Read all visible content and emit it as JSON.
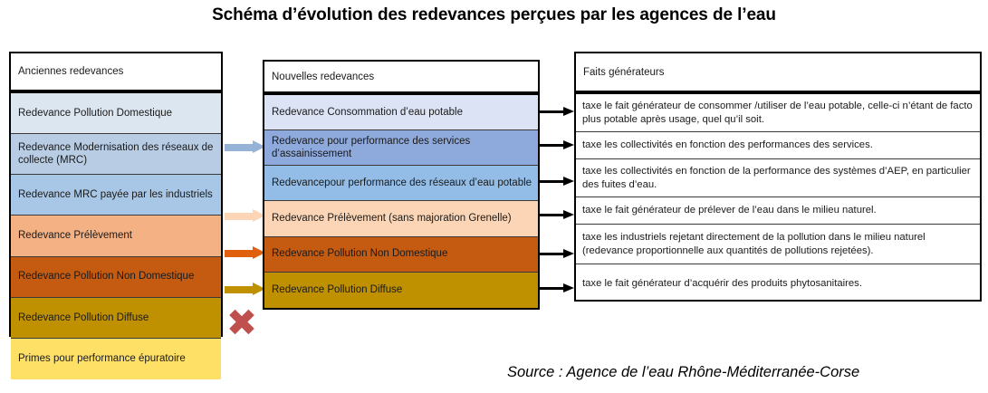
{
  "title": "Schéma d’évolution des redevances perçues par les agences de l’eau",
  "source": "Source : Agence de l’eau Rhône-Méditerranée-Corse",
  "colors": {
    "light_blue": "#DCE6F1",
    "medium_blue": "#8EA9DB",
    "sky_blue": "#9DC3E6",
    "peach": "#F4B183",
    "light_peach": "#FBD5B5",
    "orange": "#C55A11",
    "gold": "#BF9000",
    "yellow": "#FFD966",
    "red_x": "#C0504D",
    "black": "#000000"
  },
  "left_column": {
    "header": "Anciennes redevances",
    "rows": [
      {
        "label": "Redevance Pollution Domestique",
        "color": "#DCE6F1"
      },
      {
        "label": "Redevance Modernisation des réseaux de collecte (MRC)",
        "color": "#B8CCE4"
      },
      {
        "label": "Redevance MRC payée par les industriels",
        "color": "#A8C6E5"
      },
      {
        "label": "Redevance Prélèvement",
        "color": "#F4B183"
      },
      {
        "label": "Redevance Pollution Non Domestique",
        "color": "#C55A11"
      },
      {
        "label": "Redevance Pollution Diffuse",
        "color": "#BF9000"
      },
      {
        "label": "Primes pour performance épuratoire",
        "color": "#FFE066"
      }
    ]
  },
  "middle_column": {
    "header": "Nouvelles redevances",
    "rows": [
      {
        "label": "Redevance Consommation d’eau potable",
        "color": "#DCE3F5"
      },
      {
        "label": "Redevance pour performance des services d’assainissement",
        "color": "#8EA9DB"
      },
      {
        "label": "Redevancepour performance des réseaux d’eau potable",
        "color": "#93BDE7"
      },
      {
        "label": "Redevance Prélèvement (sans majoration Grenelle)",
        "color": "#FBD5B5"
      },
      {
        "label": "Redevance Pollution Non Domestique",
        "color": "#C55A11"
      },
      {
        "label": "Redevance Pollution Diffuse",
        "color": "#BF9000"
      }
    ]
  },
  "right_column": {
    "header": "Faits générateurs",
    "rows": [
      "taxe le fait générateur de consommer /utiliser de l’eau potable, celle-ci n’étant de facto plus potable après usage, quel qu’il soit.",
      "taxe les collectivités en fonction des performances des services.",
      "taxe les collectivités en fonction de la performance des systèmes d’AEP, en particulier des fuites d’eau.",
      "taxe le fait générateur de prélever de l’eau dans le milieu naturel.",
      "taxe les industriels rejetant directement de la pollution dans le milieu naturel (redevance proportionnelle aux quantités de pollutions rejetées).",
      "taxe le fait générateur d’acquérir des produits phytosanitaires."
    ]
  },
  "connectors": {
    "colored_arrows": [
      {
        "name": "arrow-mrc-to-assainissement",
        "color": "#95B3D7"
      },
      {
        "name": "arrow-prelevement",
        "color": "#FBD5B5"
      },
      {
        "name": "arrow-pollution-non-domestique",
        "color": "#E0600D"
      },
      {
        "name": "arrow-pollution-diffuse",
        "color": "#BF9000"
      }
    ],
    "black_arrow_count": 6,
    "x_mark": {
      "name": "x-mark-primes-supprimees",
      "color": "#C0504D"
    }
  }
}
